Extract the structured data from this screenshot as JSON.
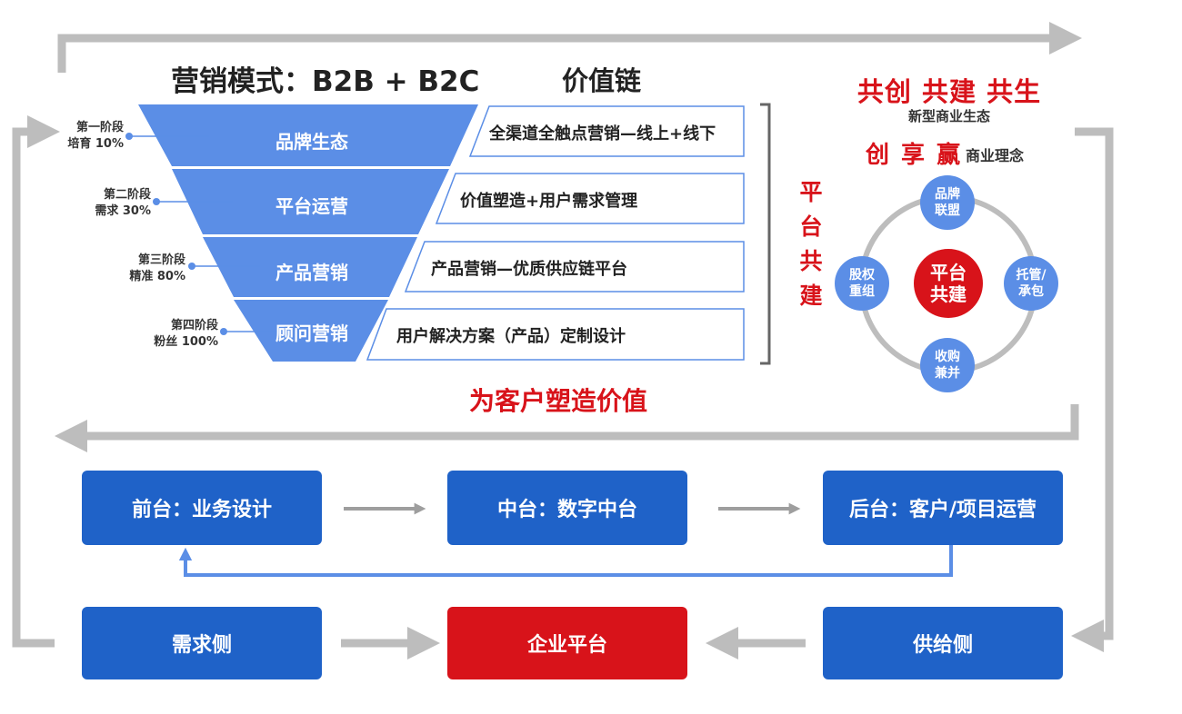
{
  "header": {
    "model_title": "营销模式：B2B + B2C",
    "chain_title": "价值链"
  },
  "funnel": [
    {
      "label": "品牌生态",
      "stage_line1": "第一阶段",
      "stage_line2": "培育 10%",
      "chain": "全渠道全触点营销—线上+线下"
    },
    {
      "label": "平台运营",
      "stage_line1": "第二阶段",
      "stage_line2": "需求 30%",
      "chain": "价值塑造+用户需求管理"
    },
    {
      "label": "产品营销",
      "stage_line1": "第三阶段",
      "stage_line2": "精准 80%",
      "chain": "产品营销—优质供应链平台"
    },
    {
      "label": "顾问营销",
      "stage_line1": "第四阶段",
      "stage_line2": "粉丝 100%",
      "chain": "用户解决方案（产品）定制设计"
    }
  ],
  "platform_vertical": [
    "平",
    "台",
    "共",
    "建"
  ],
  "ecosystem": {
    "title": "共创 共建 共生",
    "subtitle": "新型商业生态",
    "concept_red": "创 享 赢",
    "concept_label": "商业理念",
    "center": {
      "line1": "平台",
      "line2": "共建"
    },
    "nodes": [
      {
        "line1": "品牌",
        "line2": "联盟"
      },
      {
        "line1": "托管/",
        "line2": "承包"
      },
      {
        "line1": "收购",
        "line2": "兼并"
      },
      {
        "line1": "股权",
        "line2": "重组"
      }
    ]
  },
  "value_title": "为客户塑造价值",
  "platform_boxes": {
    "front": "前台：业务设计",
    "middle": "中台：数字中台",
    "back": "后台：客户/项目运营"
  },
  "market_boxes": {
    "demand": "需求侧",
    "enterprise": "企业平台",
    "supply": "供给侧"
  },
  "colors": {
    "funnel_blue": "#5b8ee6",
    "box_blue": "#1f62c8",
    "accent_red": "#d8131a",
    "arrow_gray": "#bdbdbd",
    "chain_border": "#5b8ee6"
  }
}
